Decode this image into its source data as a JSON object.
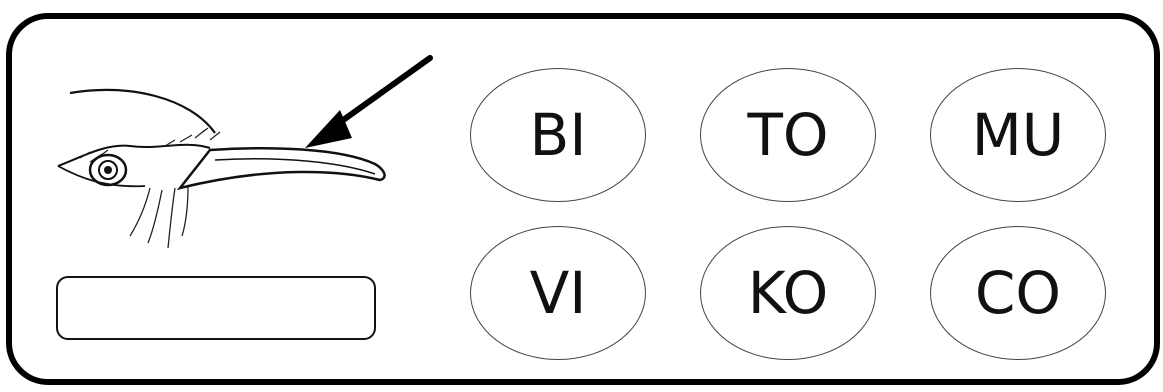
{
  "syllables": {
    "top": [
      "BI",
      "TO",
      "MU"
    ],
    "bottom": [
      "VI",
      "KO",
      "CO"
    ]
  },
  "answer_box": {
    "value": ""
  },
  "illustration": {
    "icon": "bird-beak-icon",
    "pointer": "arrow-icon"
  }
}
